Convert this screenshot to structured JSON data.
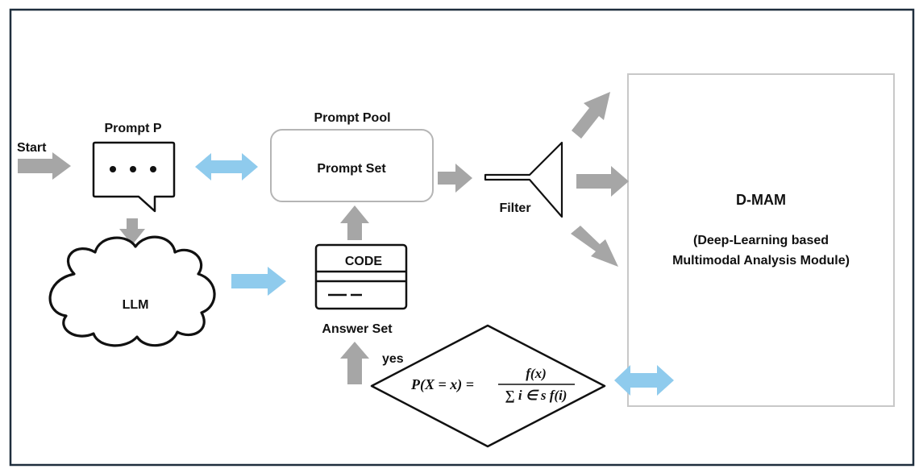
{
  "colors": {
    "frame": "#1f2e3d",
    "gray_arrow": "#a6a6a6",
    "blue_arrow": "#8fcbed",
    "box_border": "#bfbfbf",
    "ink": "#111111"
  },
  "labels": {
    "start": "Start",
    "prompt_p": "Prompt P",
    "prompt_pool": "Prompt Pool",
    "prompt_set": "Prompt Set",
    "filter": "Filter",
    "llm": "LLM",
    "code": "CODE",
    "answer_set": "Answer Set",
    "yes": "yes",
    "dmam_title": "D-MAM",
    "dmam_desc_line1": "(Deep-Learning based",
    "dmam_desc_line2": "Multimodal Analysis Module)"
  },
  "formula": {
    "lhs": "P(X = x) =",
    "numerator": "f(x)",
    "denominator": "∑ i ∈ s f(i)"
  },
  "icons": {
    "speech_bubble": "speech-bubble-icon",
    "cloud": "cloud-icon",
    "code_card": "code-card-icon",
    "filter_funnel": "filter-funnel-icon"
  }
}
